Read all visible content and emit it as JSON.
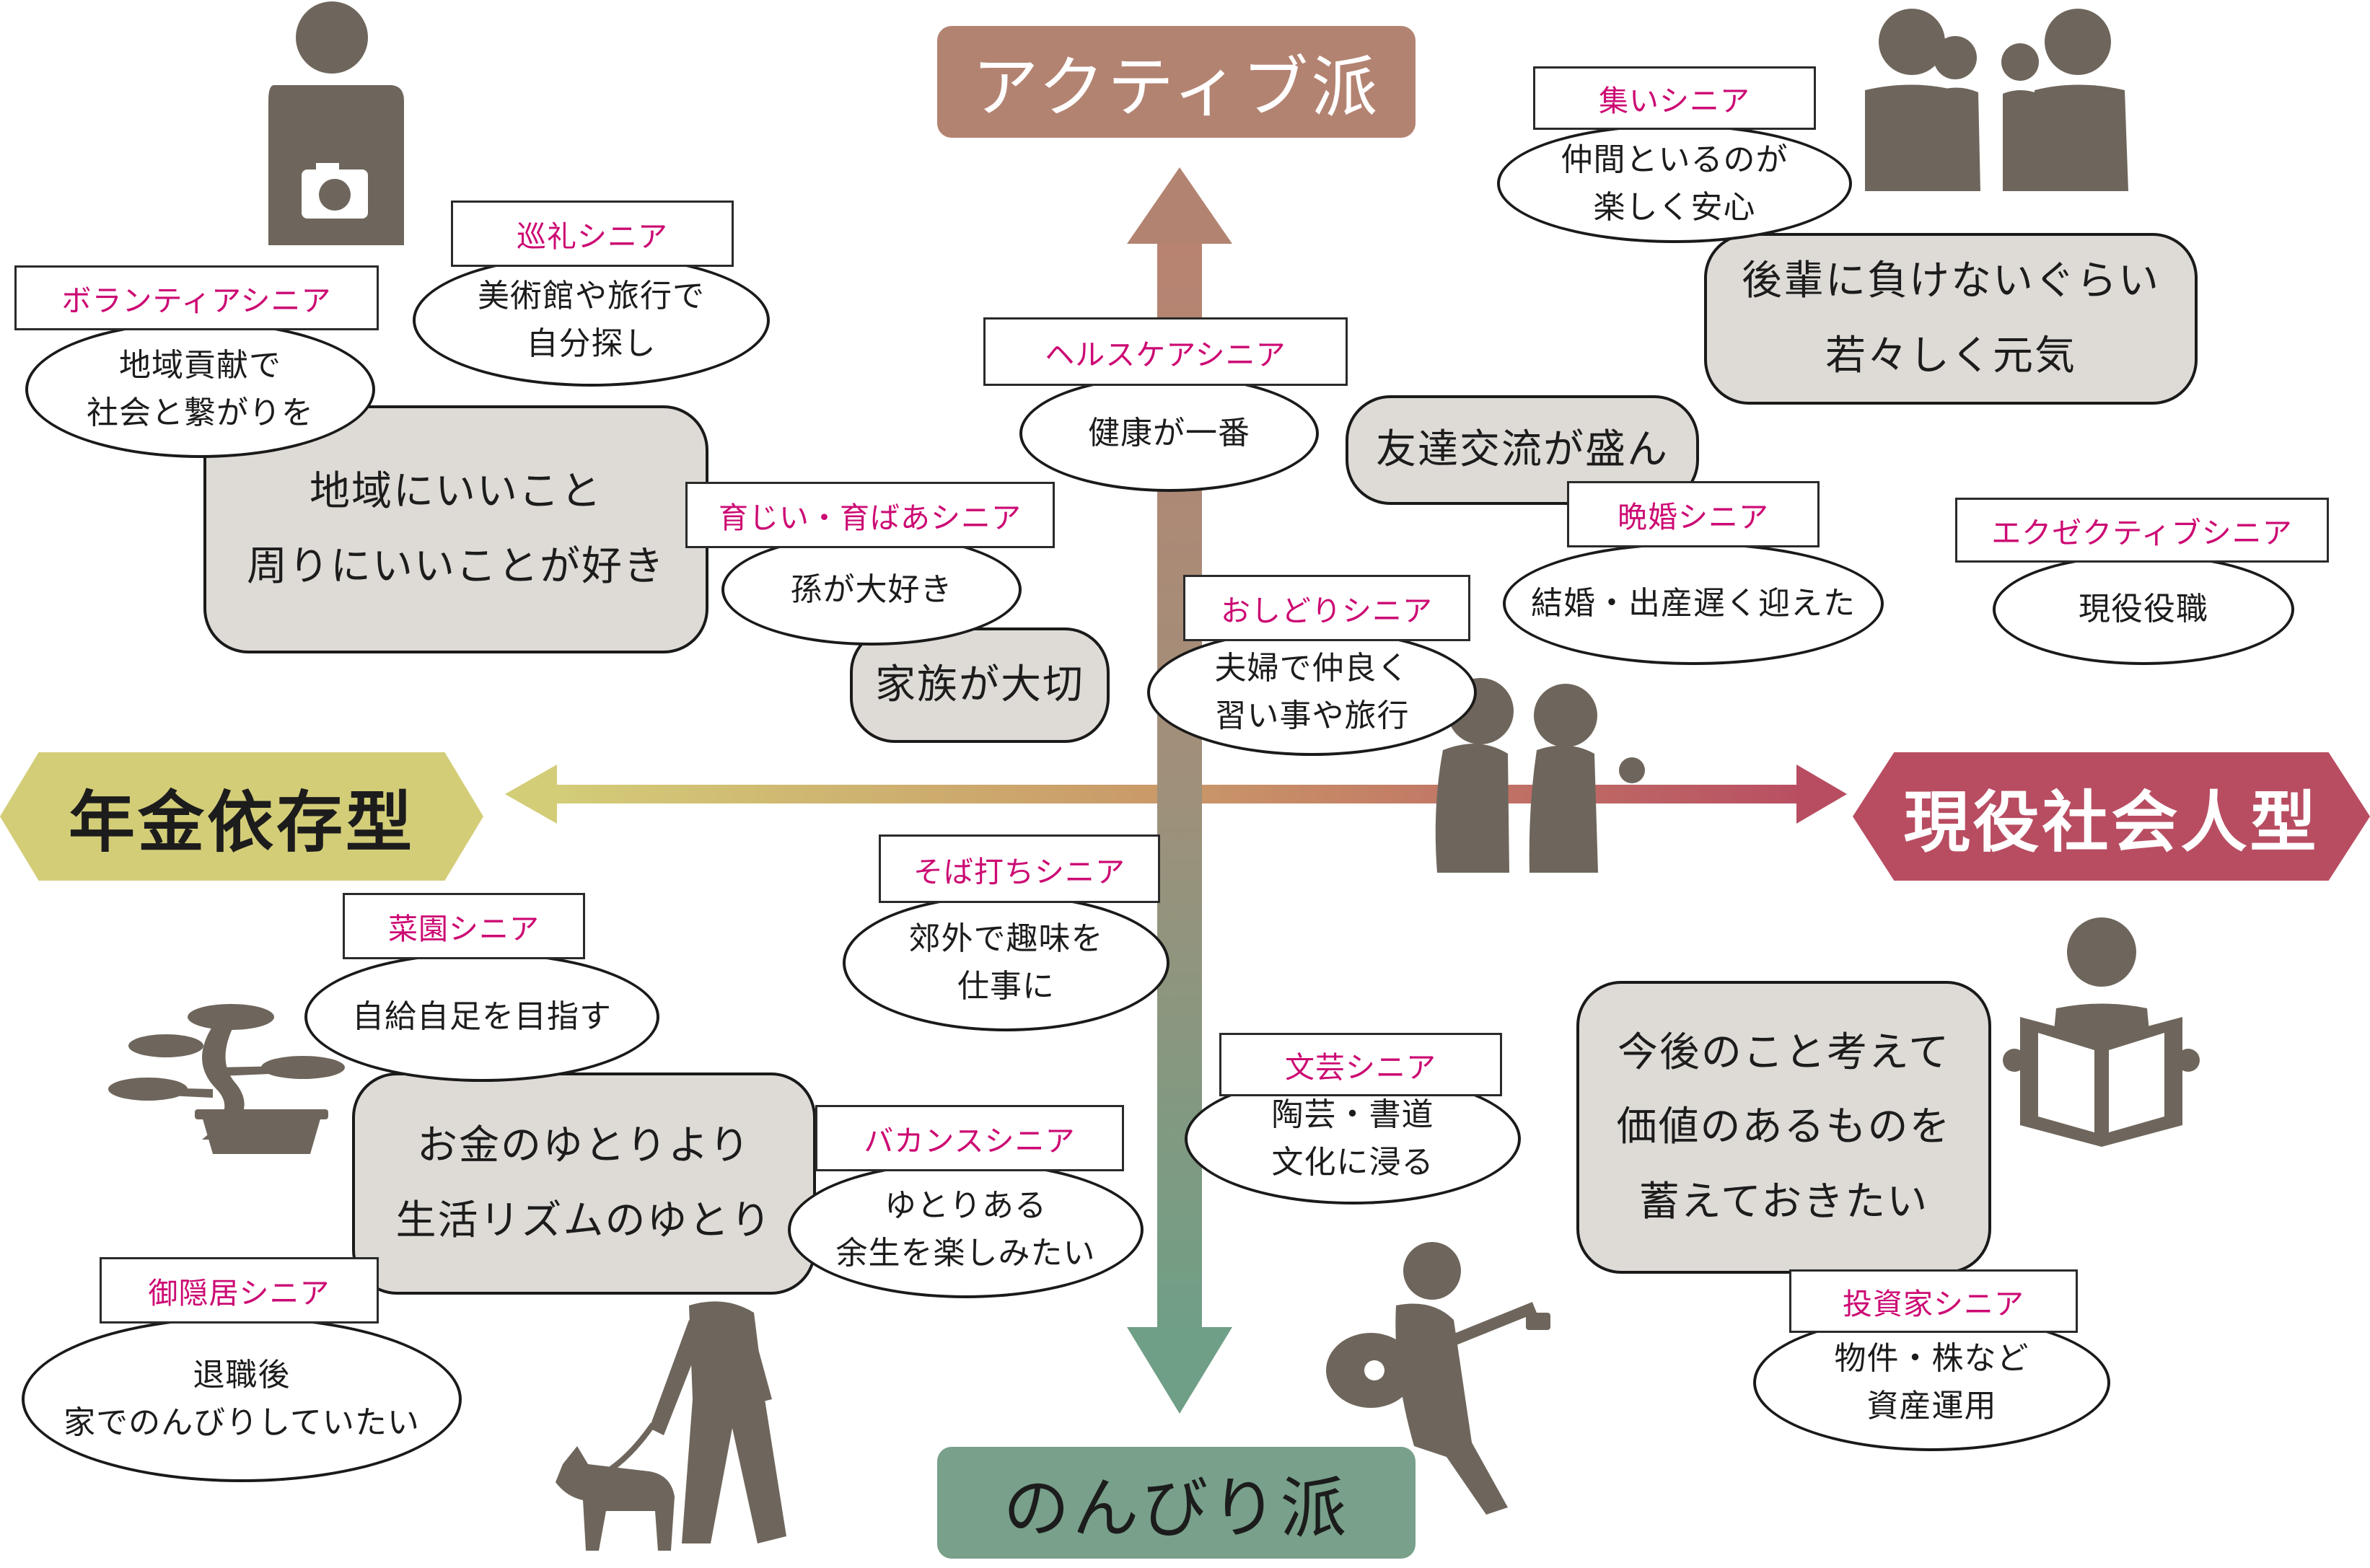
{
  "axes": {
    "top": "アクティブ派",
    "bottom": "のんびり派",
    "left": "年金依存型",
    "right": "現役社会人型"
  },
  "colors": {
    "active": "#b38371",
    "leisure": "#78a08a",
    "pension": "#d3cd78",
    "working": "#b84d62",
    "tag_text": "#cc0a73",
    "silhouette": "#6e665c",
    "gray_box": "#dedad6"
  },
  "types": [
    {
      "tag": "ボランティアシニア",
      "desc": [
        "地域貢献で",
        "社会と繋がりを"
      ]
    },
    {
      "tag": "巡礼シニア",
      "desc": [
        "美術館や旅行で",
        "自分探し"
      ]
    },
    {
      "tag": "ヘルスケアシニア",
      "desc": [
        "健康が一番"
      ]
    },
    {
      "tag": "集いシニア",
      "desc": [
        "仲間といるのが",
        "楽しく安心"
      ]
    },
    {
      "tag": "育じい・育ばあシニア",
      "desc": [
        "孫が大好き"
      ]
    },
    {
      "tag": "晩婚シニア",
      "desc": [
        "結婚・出産遅く迎えた"
      ]
    },
    {
      "tag": "エクゼクティブシニア",
      "desc": [
        "現役役職"
      ]
    },
    {
      "tag": "おしどりシニア",
      "desc": [
        "夫婦で仲良く",
        "習い事や旅行"
      ]
    },
    {
      "tag": "そば打ちシニア",
      "desc": [
        "郊外で趣味を",
        "仕事に"
      ]
    },
    {
      "tag": "菜園シニア",
      "desc": [
        "自給自足を目指す"
      ]
    },
    {
      "tag": "文芸シニア",
      "desc": [
        "陶芸・書道",
        "文化に浸る"
      ]
    },
    {
      "tag": "バカンスシニア",
      "desc": [
        "ゆとりある",
        "余生を楽しみたい"
      ]
    },
    {
      "tag": "御隠居シニア",
      "desc": [
        "退職後",
        "家でのんびりしていたい"
      ]
    },
    {
      "tag": "投資家シニア",
      "desc": [
        "物件・株など",
        "資産運用"
      ]
    }
  ],
  "notes": [
    [
      "地域にいいこと",
      "周りにいいことが好き"
    ],
    [
      "家族が大切"
    ],
    [
      "友達交流が盛ん"
    ],
    [
      "後輩に負けないぐらい",
      "若々しく元気"
    ],
    [
      "お金のゆとりより",
      "生活リズムのゆとり"
    ],
    [
      "今後のこと考えて",
      "価値のあるものを",
      "蓄えておきたい"
    ]
  ],
  "illustrations": [
    "photographer-person-icon",
    "group-of-people-icon",
    "couple-icon",
    "reading-person-icon",
    "bonsai-icon",
    "dog-walker-icon",
    "guitar-player-icon"
  ]
}
